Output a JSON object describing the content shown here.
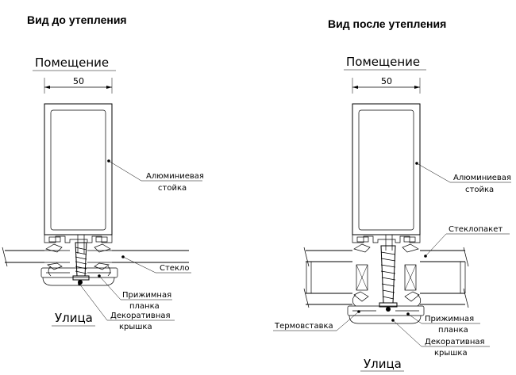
{
  "left": {
    "title": "Вид  до утепления",
    "room": "Помещение",
    "street": "Улица",
    "dimension": "50",
    "labels": {
      "post_line1": "Алюминиевая",
      "post_line2": "стойка",
      "glass": "Стекло",
      "pressure_line1": "Прижимная",
      "pressure_line2": "планка",
      "cover_line1": "Декоративная",
      "cover_line2": "крышка"
    }
  },
  "right": {
    "title": "Вид после утепления",
    "room": "Помещение",
    "street": "Улица",
    "dimension": "50",
    "labels": {
      "post_line1": "Алюминиевая",
      "post_line2": "стойка",
      "glazing_unit": "Стеклопакет",
      "thermal_insert": "Термовставка",
      "pressure_line1": "Прижимная",
      "pressure_line2": "планка",
      "cover_line1": "Декоративная",
      "cover_line2": "крышка"
    }
  }
}
